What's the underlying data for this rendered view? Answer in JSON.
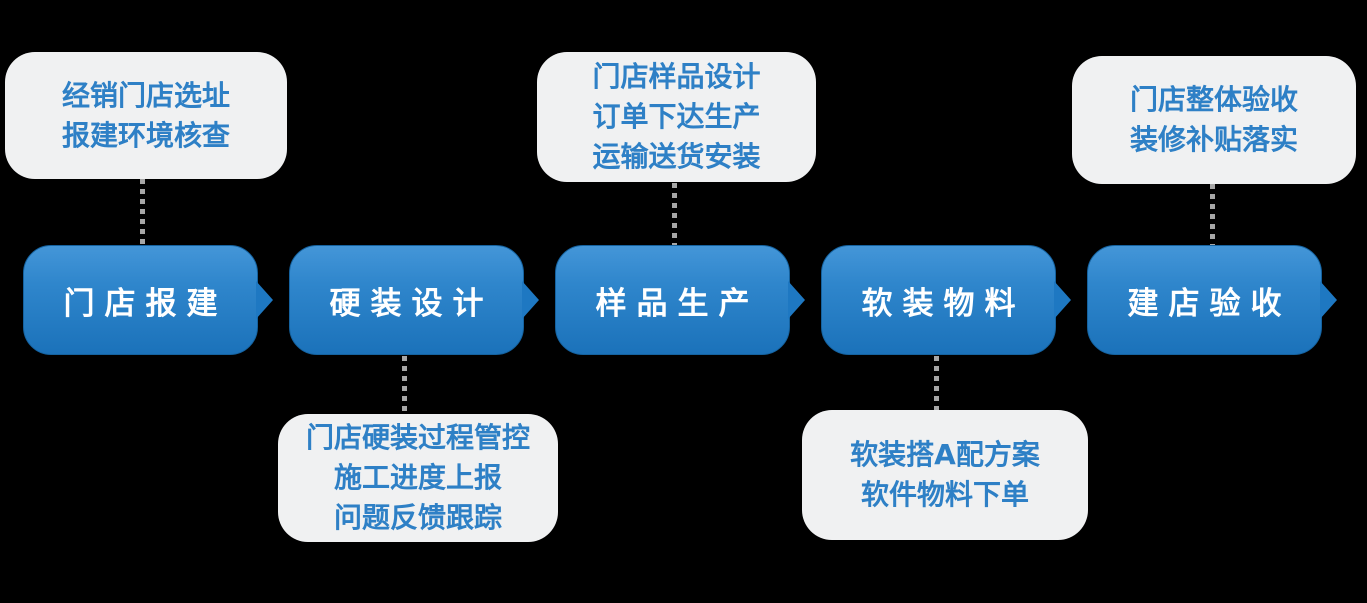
{
  "diagram": {
    "title": "store-build-process-flow",
    "stages": [
      {
        "label": "门店报建"
      },
      {
        "label": "硬装设计"
      },
      {
        "label": "样品生产"
      },
      {
        "label": "软装物料"
      },
      {
        "label": "建店验收"
      }
    ],
    "callouts": [
      {
        "position": "top",
        "attached_to": "门店报建",
        "lines": [
          "经销门店选址",
          "报建环境核查"
        ]
      },
      {
        "position": "bottom",
        "attached_to": "硬装设计",
        "lines": [
          "门店硬装过程管控",
          "施工进度上报",
          "问题反馈跟踪"
        ]
      },
      {
        "position": "top",
        "attached_to": "样品生产",
        "lines": [
          "门店样品设计",
          "订单下达生产",
          "运输送货安装"
        ]
      },
      {
        "position": "bottom",
        "attached_to": "软装物料",
        "lines": [
          "软装搭A配方案",
          "软件物料下单"
        ]
      },
      {
        "position": "top",
        "attached_to": "建店验收",
        "lines": [
          "门店整体验收",
          "装修补贴落实"
        ]
      }
    ],
    "colors": {
      "background": "#000000",
      "stage_gradient_top": "#4496d8",
      "stage_gradient_bottom": "#1b72ba",
      "stage_border": "#15629f",
      "stage_text": "#ffffff",
      "arrow": "#1e78c2",
      "callout_bg": "#f0f1f2",
      "callout_text": "#2e80c6",
      "connector": "#a6a6a6"
    }
  }
}
